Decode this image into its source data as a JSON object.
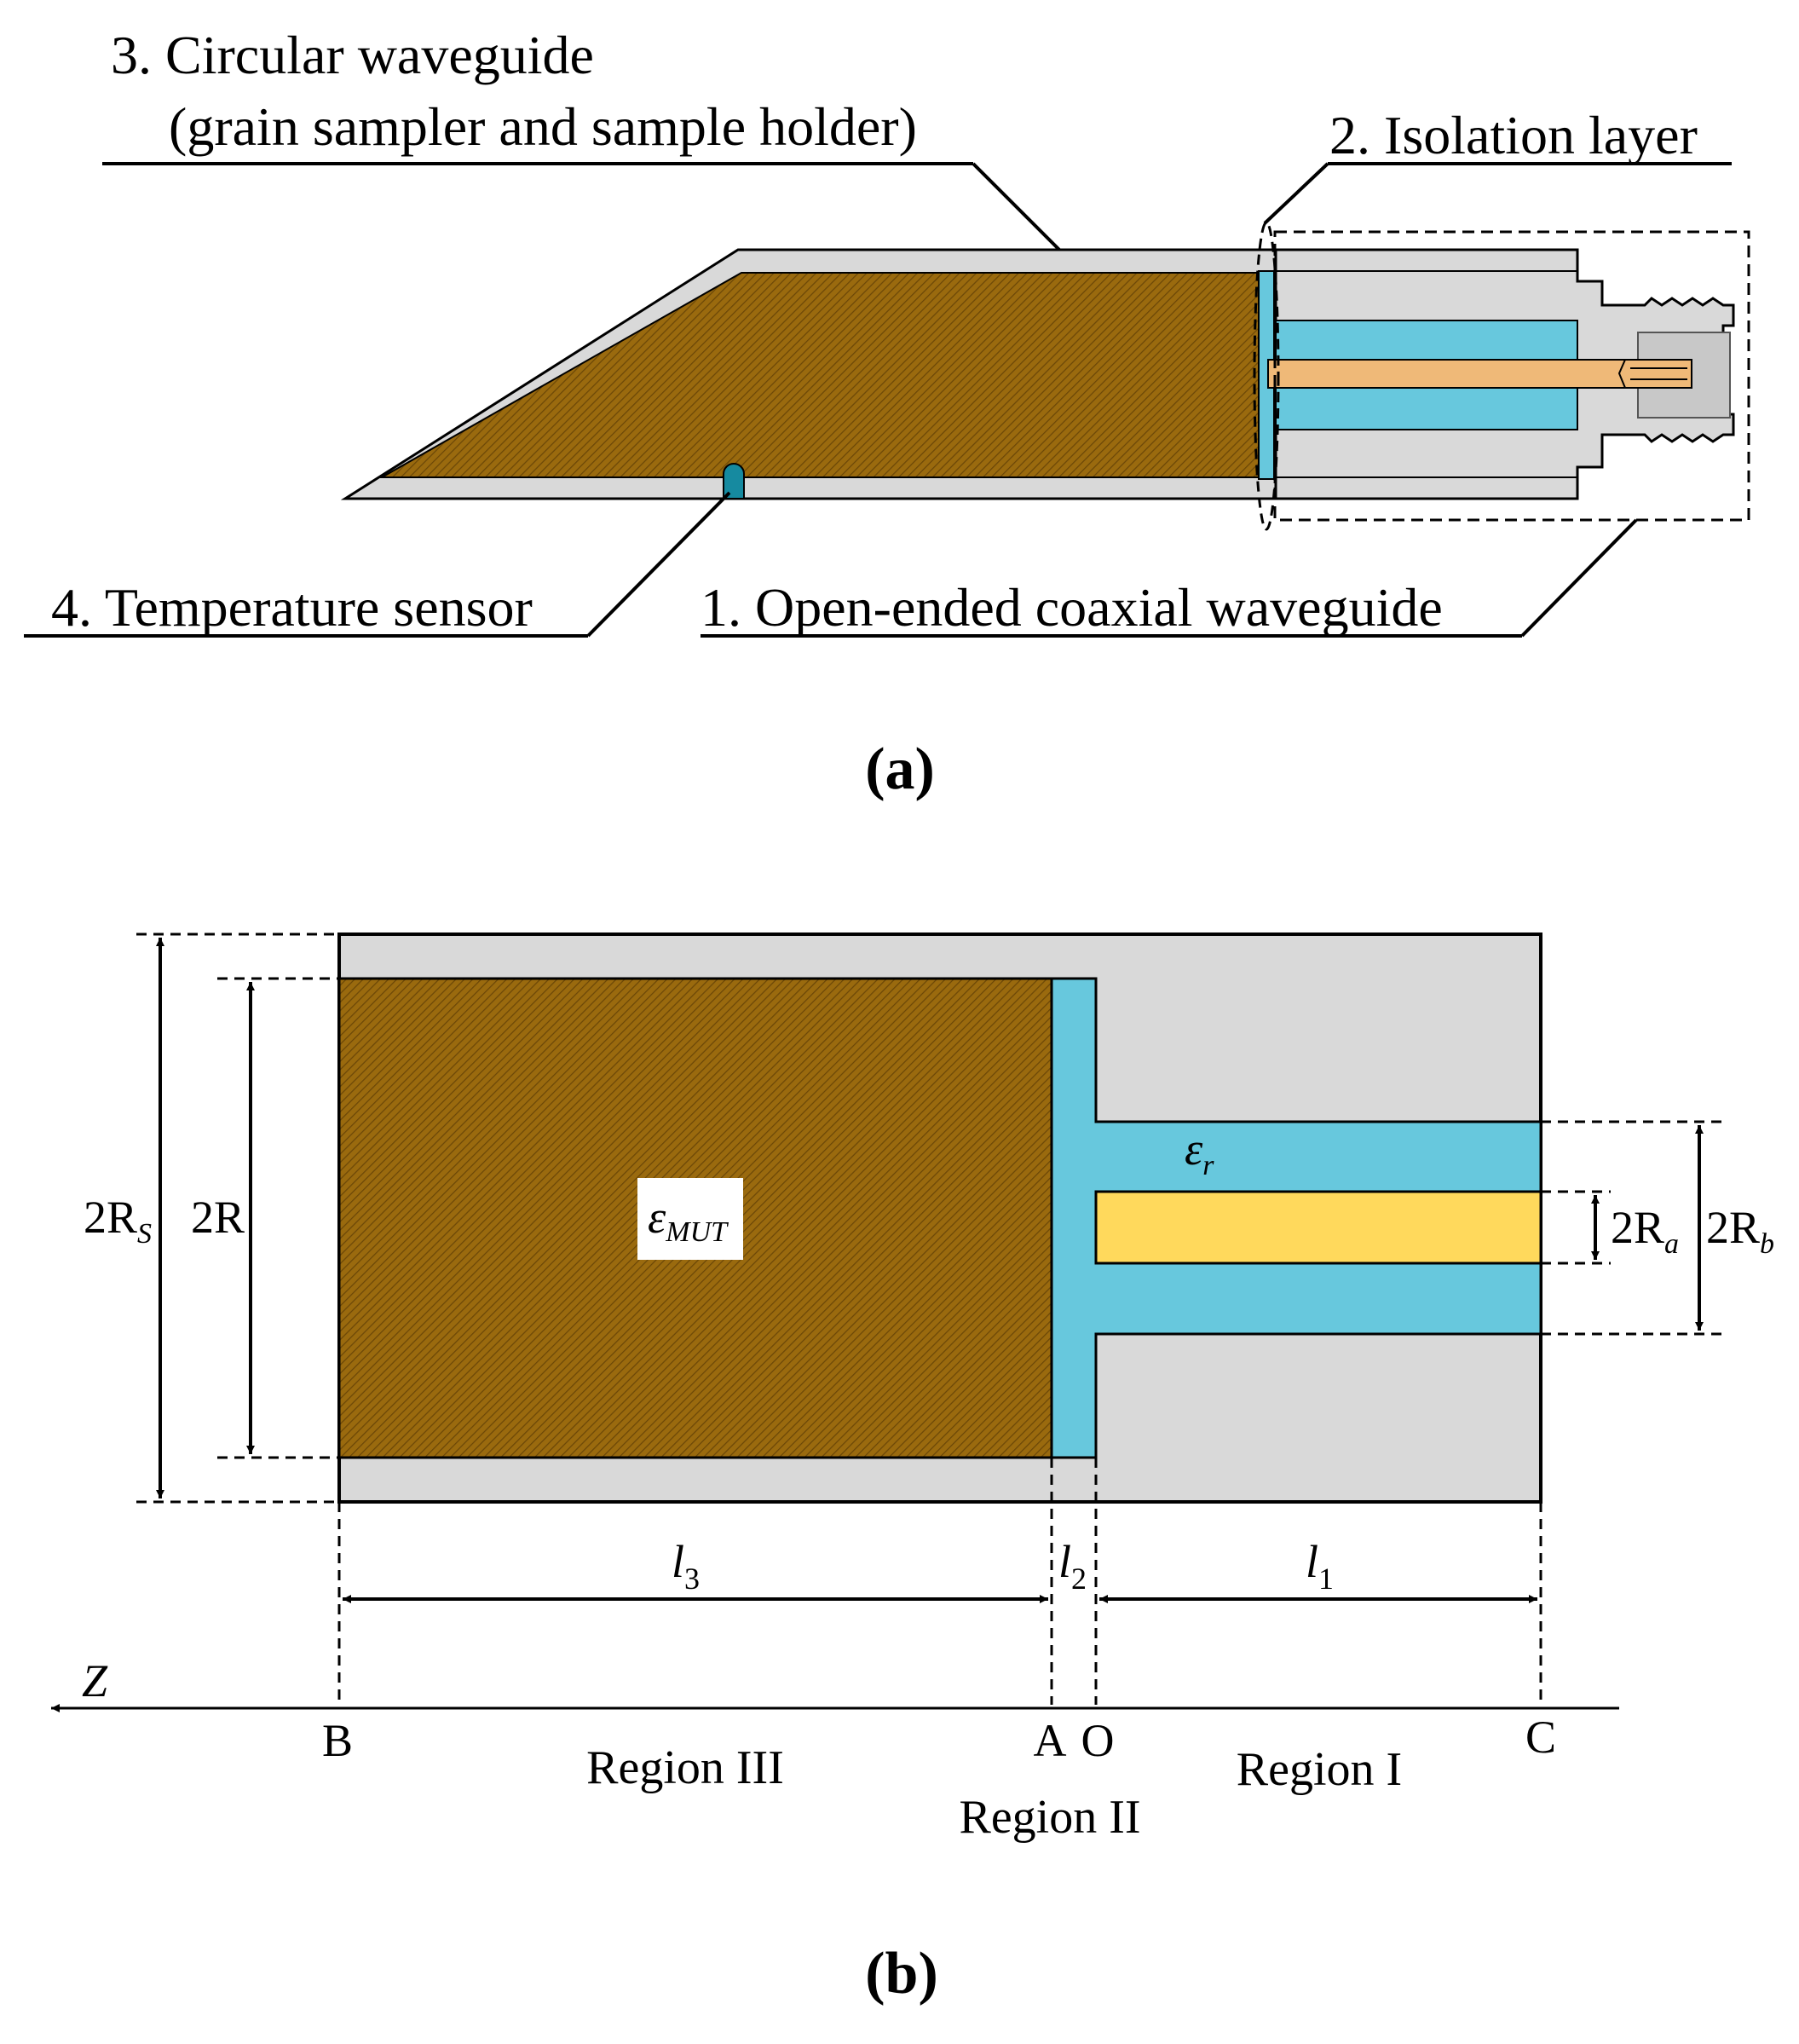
{
  "colors": {
    "metal": "#d9d9d9",
    "grain": "#9a6a0e",
    "grain_hatch": "#6b4707",
    "dielectric": "#67c8dd",
    "inner_pin": "#efb978",
    "inner_conductor_b": "#ffd95c",
    "sensor": "#168aa0"
  },
  "icons": [
    "coaxial-connector-icon",
    "temperature-sensor-icon"
  ],
  "panel_a": {
    "caption": "(a)",
    "labels": {
      "circular_waveguide_line1": "3. Circular waveguide",
      "circular_waveguide_line2": "(grain sampler and sample holder)",
      "isolation_layer": "2. Isolation layer",
      "temperature_sensor": "4. Temperature sensor",
      "coaxial_waveguide": "1. Open-ended coaxial waveguide"
    }
  },
  "panel_b": {
    "caption": "(b)",
    "symbols": {
      "eps_mut": {
        "main": "ε",
        "sub": "MUT"
      },
      "eps_r": {
        "main": "ε",
        "sub": "r"
      },
      "two_rs": {
        "main": "2R",
        "sub": "S"
      },
      "two_r": {
        "main": "2R"
      },
      "two_ra": {
        "main": "2R",
        "sub": "a"
      },
      "two_rb": {
        "main": "2R",
        "sub": "b"
      },
      "l3": {
        "main": "l",
        "sub": "3"
      },
      "l2": {
        "main": "l",
        "sub": "2"
      },
      "l1": {
        "main": "l",
        "sub": "1"
      }
    },
    "axis": "Z",
    "points": {
      "B": "B",
      "A": "A",
      "O": "O",
      "C": "C"
    },
    "regions": {
      "region_iii": "Region III",
      "region_ii": "Region II",
      "region_i": "Region I"
    }
  }
}
